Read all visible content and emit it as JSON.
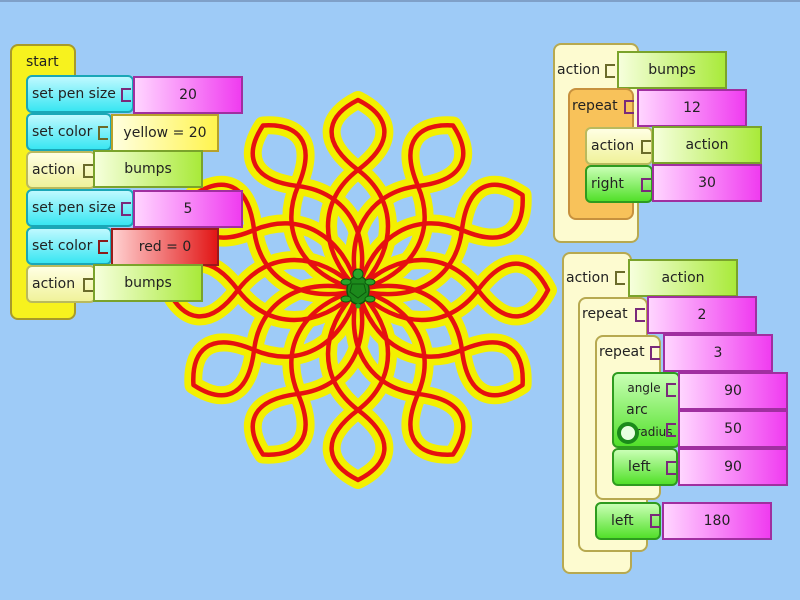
{
  "colors": {
    "background": "#9ecbf7",
    "pen_yellow": "#f3f000",
    "pen_red": "#e61010",
    "turtle": "#1c8a1c"
  },
  "start_stack": {
    "hat_label": "start",
    "blocks": [
      {
        "label": "set pen size",
        "value": "20",
        "value_color": "magenta"
      },
      {
        "label": "set color",
        "value": "yellow = 20",
        "value_color": "yellow"
      },
      {
        "label": "action",
        "value": "bumps",
        "value_color": "lime"
      },
      {
        "label": "set pen size",
        "value": "5",
        "value_color": "magenta"
      },
      {
        "label": "set color",
        "value": "red = 0",
        "value_color": "red"
      },
      {
        "label": "action",
        "value": "bumps",
        "value_color": "lime"
      }
    ]
  },
  "bumps_stack": {
    "hat_label": "action",
    "hat_value": "bumps",
    "repeat_label": "repeat",
    "repeat_value": "12",
    "inner": [
      {
        "label": "action",
        "value": "action"
      },
      {
        "label": "right",
        "value": "30"
      }
    ]
  },
  "action_stack": {
    "hat_label": "action",
    "hat_value": "action",
    "outer_repeat_label": "repeat",
    "outer_repeat_value": "2",
    "inner_repeat_label": "repeat",
    "inner_repeat_value": "3",
    "arc_label": "arc",
    "arc_angle_label": "angle",
    "arc_angle_value": "90",
    "arc_radius_label": "radius",
    "arc_radius_value": "50",
    "left_label": "left",
    "left_value": "90",
    "final_left_label": "left",
    "final_left_value": "180"
  }
}
